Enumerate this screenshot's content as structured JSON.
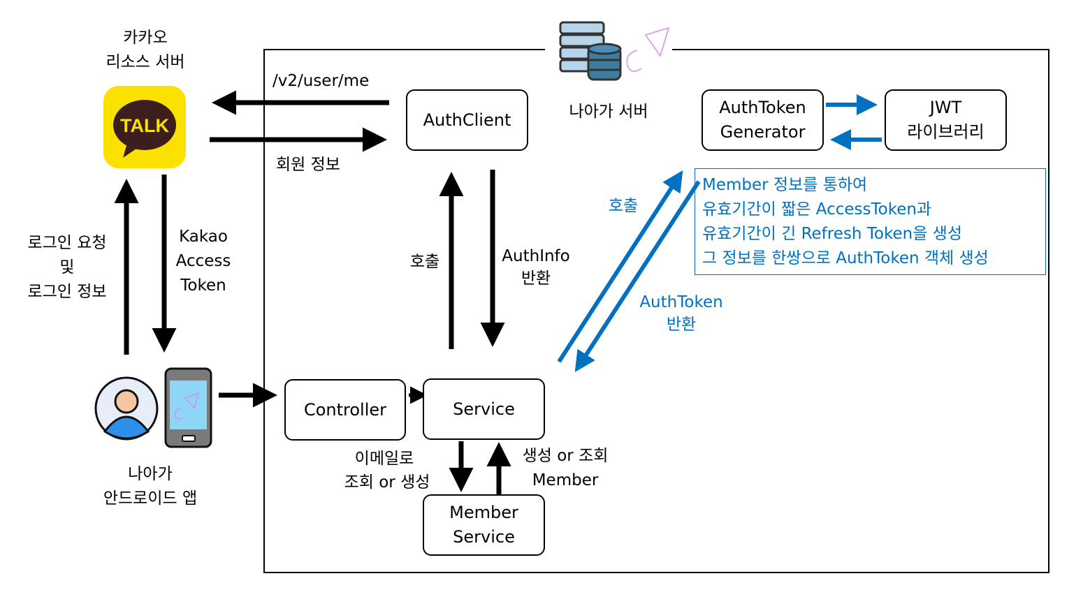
{
  "kakao_server": {
    "lines": [
      "카카오",
      "리소스 서버"
    ],
    "icon_text": "TALK",
    "brand_color": "#FAE100"
  },
  "nayaga_server": {
    "label": "나아가 서버",
    "icon": "server-database-icon"
  },
  "app": {
    "lines": [
      "나아가",
      "안드로이드 앱"
    ],
    "icons": [
      "user-avatar-icon",
      "smartphone-icon"
    ]
  },
  "edges": {
    "v2_user_me": "/v2/user/me",
    "member_info": "회원 정보",
    "login_request": [
      "로그인 요청",
      "및",
      "로그인 정보"
    ],
    "kakao_token": [
      "Kakao",
      "Access",
      "Token"
    ],
    "call": "호출",
    "authinfo_return": [
      "AuthInfo",
      "반환"
    ],
    "call_blue": "호출",
    "authtoken_return": [
      "AuthToken",
      "반환"
    ],
    "email_lookup": [
      "이메일로",
      "조회 or 생성"
    ],
    "create_or_lookup": [
      "생성 or 조회",
      "Member"
    ]
  },
  "components": {
    "auth_client": [
      "AuthClient"
    ],
    "auth_token_generator": [
      "AuthToken",
      "Generator"
    ],
    "jwt_library": [
      "JWT",
      "라이브러리"
    ],
    "controller": [
      "Controller"
    ],
    "service": [
      "Service"
    ],
    "member_service": [
      "Member",
      "Service"
    ]
  },
  "note": {
    "lines": [
      "Member 정보를 통하여",
      "유효기간이 짧은 AccessToken과",
      "유효기간이 긴 Refresh Token을 생성",
      "그 정보를 한쌍으로 AuthToken 객체 생성"
    ],
    "color": "#0070C0"
  }
}
